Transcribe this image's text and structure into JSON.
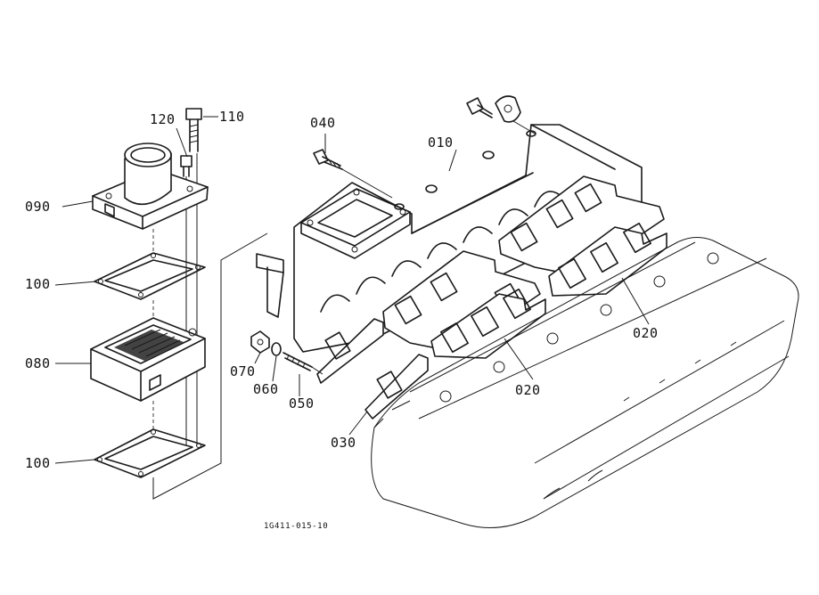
{
  "callouts": {
    "p010": "010",
    "p020a": "020",
    "p020b": "020",
    "p030": "030",
    "p040": "040",
    "p050": "050",
    "p060": "060",
    "p070": "070",
    "p080": "080",
    "p090": "090",
    "p100a": "100",
    "p100b": "100",
    "p110": "110",
    "p120": "120"
  },
  "drawing_number": "1G411-015-10"
}
